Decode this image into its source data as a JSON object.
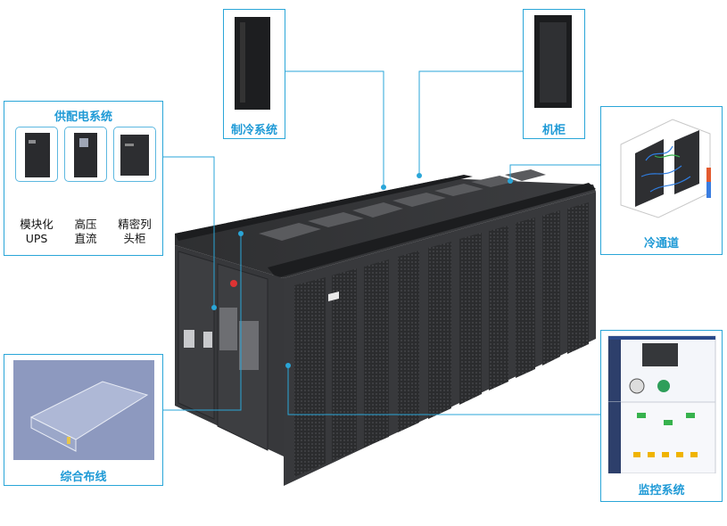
{
  "power": {
    "title": "供配电系统",
    "items": [
      {
        "label_line1": "模块化",
        "label_line2": "UPS"
      },
      {
        "label_line1": "高压",
        "label_line2": "直流"
      },
      {
        "label_line1": "精密列",
        "label_line2": "头柜"
      }
    ]
  },
  "cooling": {
    "title": "制冷系统"
  },
  "cabinet": {
    "title": "机柜"
  },
  "cold_aisle": {
    "title": "冷通道"
  },
  "cabling": {
    "title": "综合布线"
  },
  "monitoring": {
    "title": "监控系统"
  },
  "colors": {
    "accent": "#1f9ad6",
    "unit_body": "#3a3b3d",
    "leader_line": "#2aa6d8"
  }
}
